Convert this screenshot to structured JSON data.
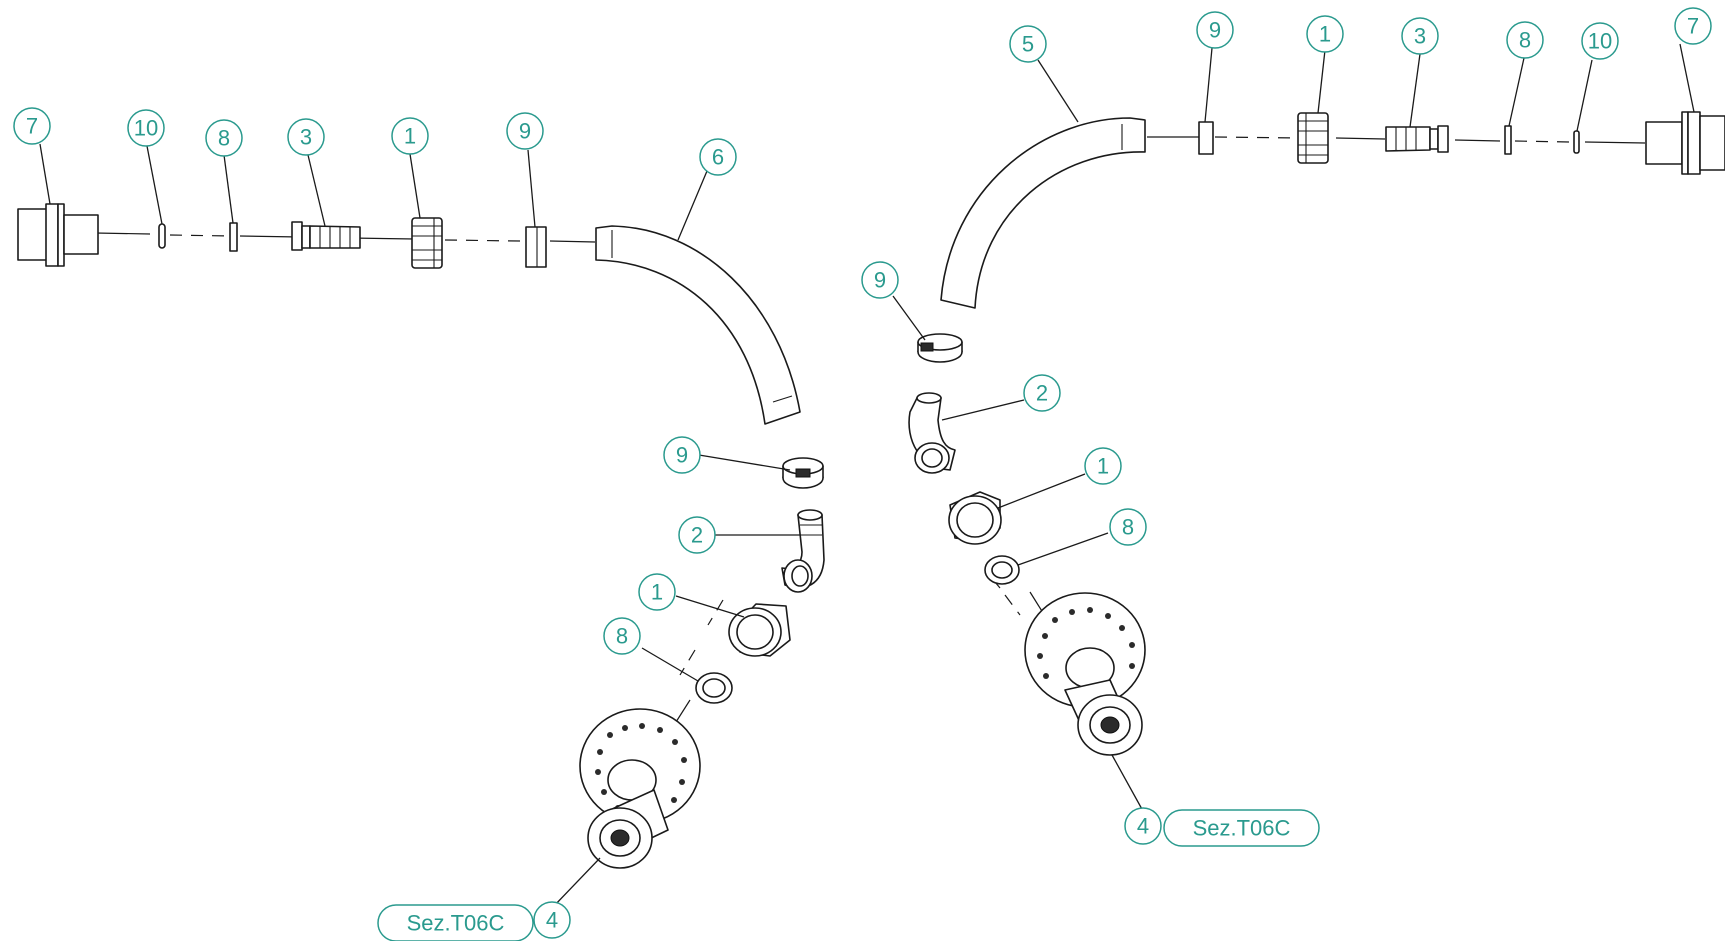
{
  "colors": {
    "callout": "#2a9a8e",
    "line": "#1a1a1a",
    "background": "#ffffff"
  },
  "left_assembly": {
    "callouts": [
      "7",
      "10",
      "8",
      "3",
      "1",
      "9",
      "6",
      "9",
      "2",
      "1",
      "8",
      "4"
    ],
    "section_ref": "Sez.T06C"
  },
  "right_assembly": {
    "callouts": [
      "5",
      "9",
      "1",
      "3",
      "8",
      "10",
      "7",
      "9",
      "2",
      "1",
      "8",
      "4"
    ],
    "section_ref": "Sez.T06C"
  }
}
